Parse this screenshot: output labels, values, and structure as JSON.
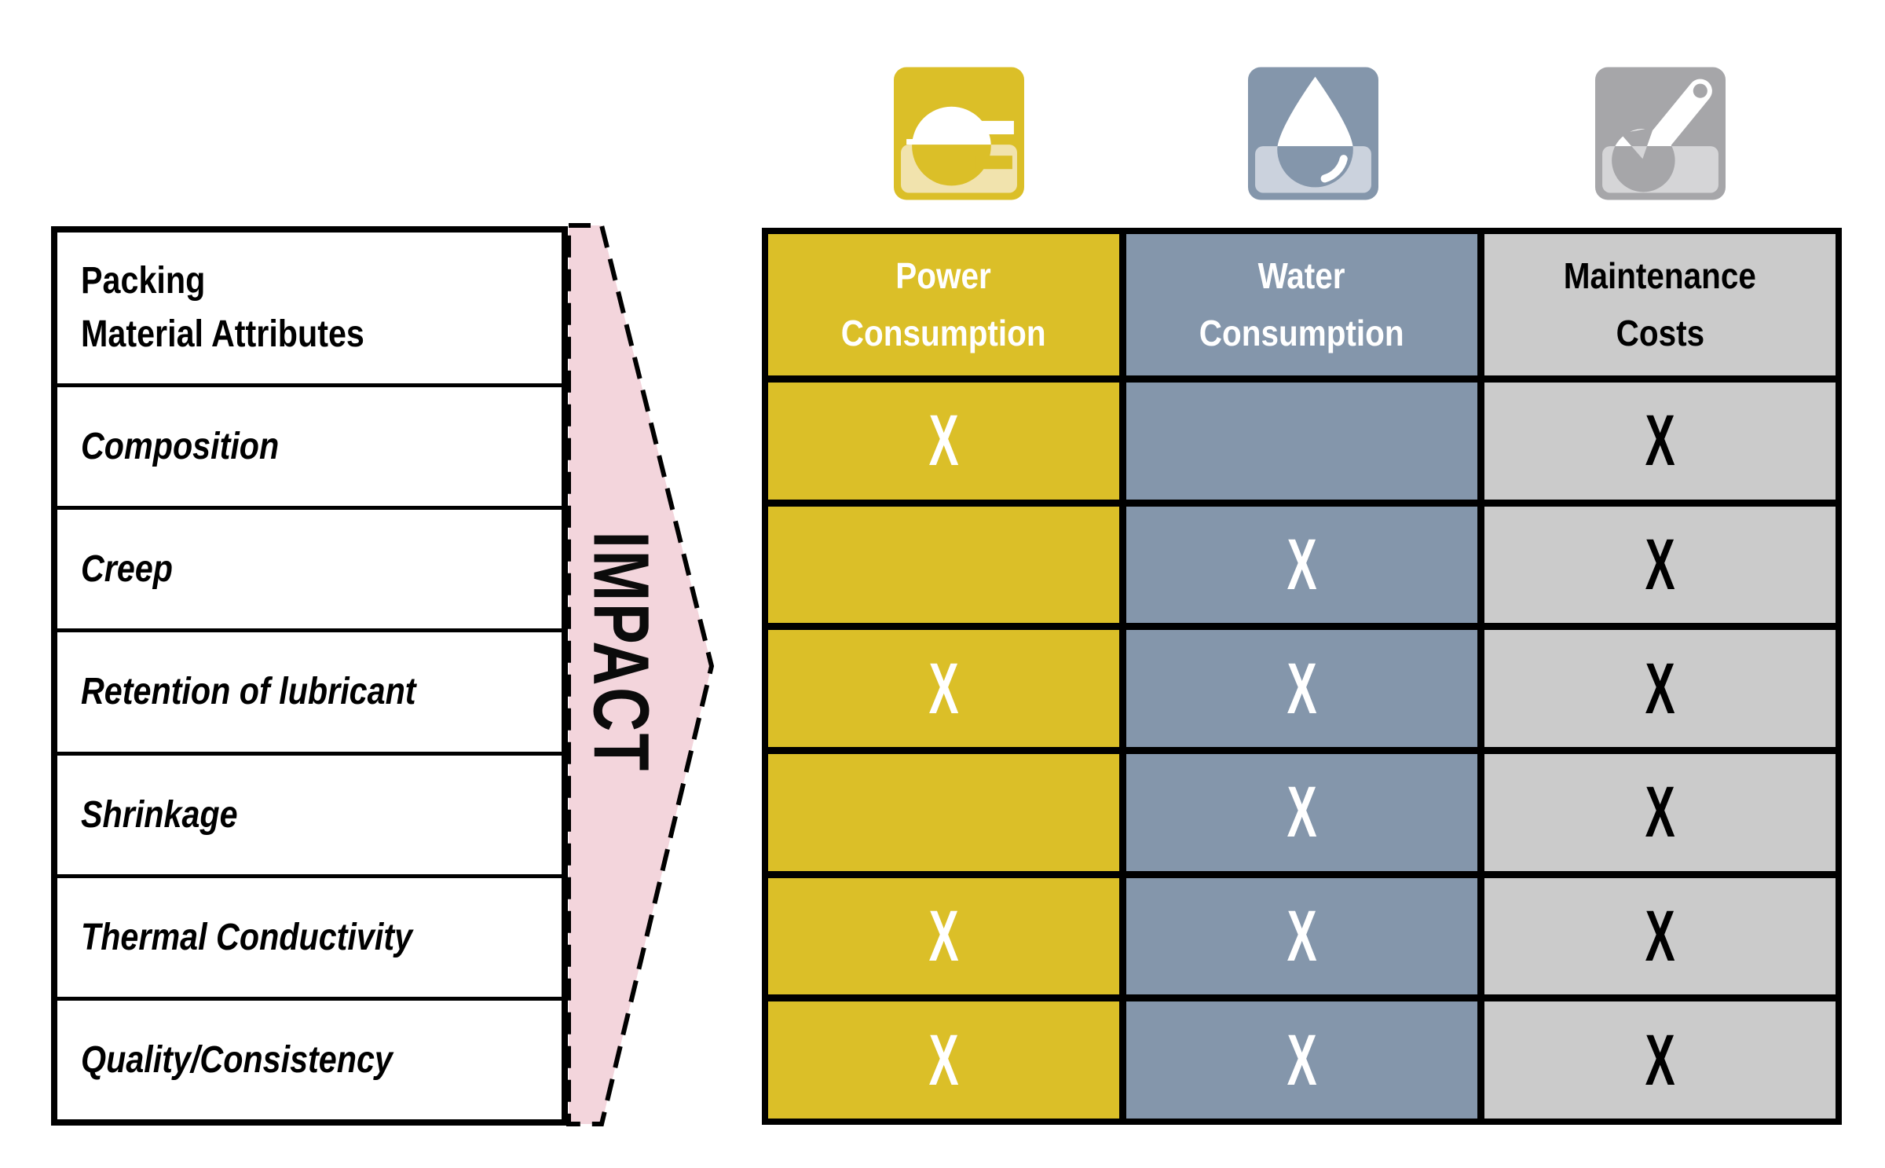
{
  "table_title": {
    "lines": [
      "Packing",
      "Material Attributes"
    ]
  },
  "impact_arrow": {
    "label": "IMPACT"
  },
  "mark_symbol": "X",
  "columns": [
    {
      "id": "power",
      "label": "Power Consumption",
      "label_lines": [
        "Power",
        "Consumption"
      ],
      "icon": "power-plug-icon"
    },
    {
      "id": "water",
      "label": "Water Consumption",
      "label_lines": [
        "Water",
        "Consumption"
      ],
      "icon": "water-drop-icon"
    },
    {
      "id": "maintenance",
      "label": "Maintenance Costs",
      "label_lines": [
        "Maintenance",
        "Costs"
      ],
      "icon": "wrench-icon"
    }
  ],
  "matrix": [
    {
      "attribute": "Composition",
      "cells": [
        "X",
        "",
        "X"
      ]
    },
    {
      "attribute": "Creep",
      "cells": [
        "",
        "X",
        "X"
      ]
    },
    {
      "attribute": "Retention of lubricant",
      "cells": [
        "X",
        "X",
        "X"
      ]
    },
    {
      "attribute": "Shrinkage",
      "cells": [
        "",
        "X",
        "X"
      ]
    },
    {
      "attribute": "Thermal Conductivity",
      "cells": [
        "X",
        "X",
        "X"
      ]
    },
    {
      "attribute": "Quality/Consistency",
      "cells": [
        "X",
        "X",
        "X"
      ]
    }
  ],
  "colors": {
    "yellow": "#dbbf28",
    "yellow_band": "#f1e3ad",
    "blue": "#8496ab",
    "blue_band": "#cbd2dd",
    "gray_cell": "#cbcbcb",
    "gray_icon": "#a6a6a9",
    "gray_band": "#d5d5d7",
    "pink": "#f3d5dc",
    "ink": "#000000"
  }
}
